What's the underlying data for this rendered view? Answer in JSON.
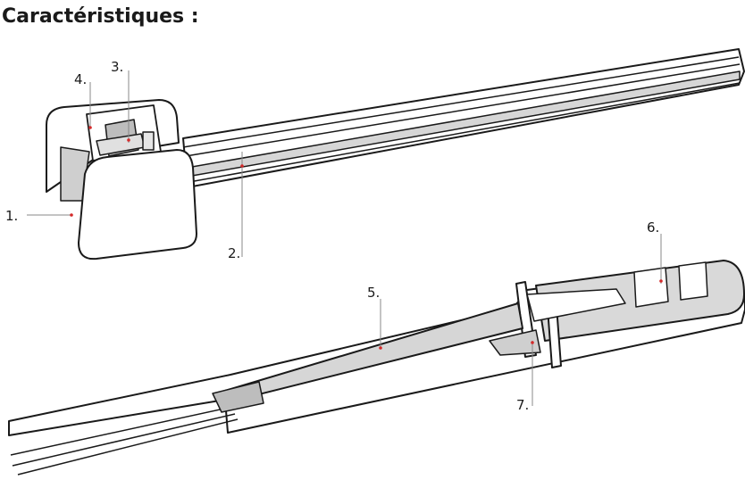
{
  "title": "Caractéristiques :",
  "colors": {
    "outline": "#1a1a1a",
    "body": "#ffffff",
    "groove": "#d6d6d6",
    "pointer": "#d42a2a"
  },
  "callouts": [
    {
      "label": "1."
    },
    {
      "label": "2."
    },
    {
      "label": "3."
    },
    {
      "label": "4."
    },
    {
      "label": "5."
    },
    {
      "label": "6."
    },
    {
      "label": "7."
    }
  ]
}
